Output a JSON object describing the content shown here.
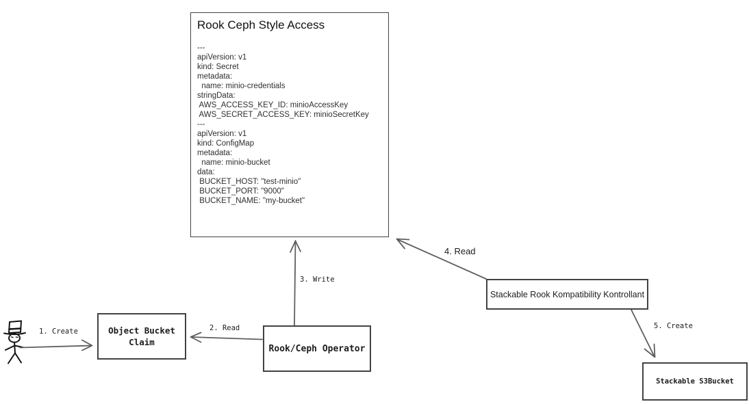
{
  "yaml_box": {
    "title": "Rook Ceph Style Access",
    "yaml_lines": [
      "---",
      "apiVersion: v1",
      "kind: Secret",
      "metadata:",
      "  name: minio-credentials",
      "stringData:",
      " AWS_ACCESS_KEY_ID: minioAccessKey",
      " AWS_SECRET_ACCESS_KEY: minioSecretKey",
      "---",
      "apiVersion: v1",
      "kind: ConfigMap",
      "metadata:",
      "  name: minio-bucket",
      "data:",
      " BUCKET_HOST: \"test-minio\"",
      " BUCKET_PORT: \"9000\"",
      " BUCKET_NAME: \"my-bucket\""
    ]
  },
  "nodes": {
    "object_bucket_claim": {
      "label": "Object Bucket\nClaim"
    },
    "rook_ceph_operator": {
      "label": "Rook/Ceph Operator"
    },
    "stackable_rook_kontrollant": {
      "label": "Stackable Rook Kompatibility Kontrollant"
    },
    "stackable_s3bucket": {
      "label": "Stackable S3Bucket"
    }
  },
  "edges": {
    "create_claim": {
      "label": "1. Create"
    },
    "read_claim": {
      "label": "2. Read"
    },
    "write_access": {
      "label": "3. Write"
    },
    "read_access": {
      "label": "4. Read"
    },
    "create_s3bucket": {
      "label": "5. Create"
    }
  },
  "actor": {
    "icon": "stick-figure-top-hat-icon"
  },
  "colors": {
    "arrow_line": "#5e5e5e",
    "box_border": "#424242",
    "text": "#1c1c1c",
    "background": "#ffffff"
  }
}
